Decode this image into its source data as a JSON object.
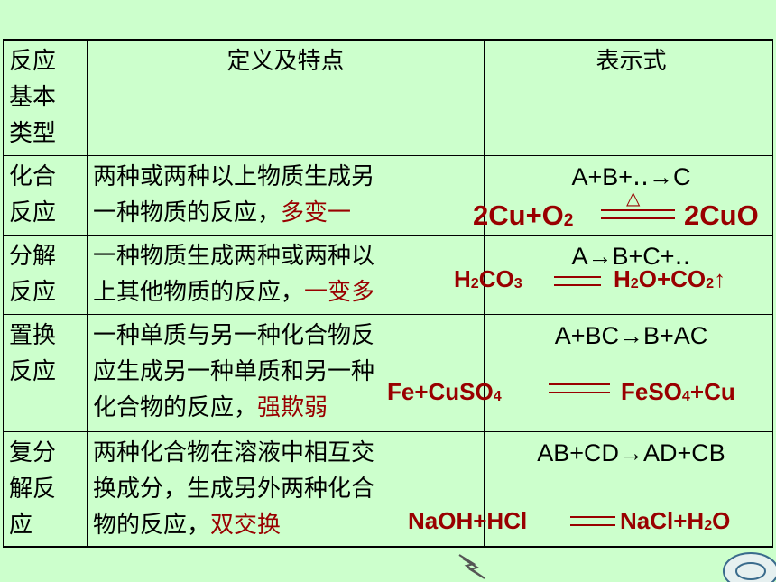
{
  "table": {
    "header": {
      "type": "反应基本类型",
      "type_lines": [
        "反应",
        "基本",
        "类型"
      ],
      "definition": "定义及特点",
      "expression": "表示式"
    },
    "rows": [
      {
        "type_lines": [
          "化合",
          "反应"
        ],
        "def_lines": [
          "两种或两种以上物质生成另",
          "一种物质的反应，"
        ],
        "keyword": "多变一",
        "generic": "A+B+‥→C",
        "example": {
          "left": "2Cu+O2",
          "condition": "△",
          "right": "2CuO"
        }
      },
      {
        "type_lines": [
          "分解",
          "反应"
        ],
        "def_lines": [
          "一种物质生成两种或两种以",
          "上其他物质的反应，"
        ],
        "keyword": "一变多",
        "generic": "A→B+C+‥",
        "example": {
          "left": "H2CO3",
          "right": "H2O+CO2↑"
        }
      },
      {
        "type_lines": [
          "置换",
          "反应"
        ],
        "def_lines": [
          "一种单质与另一种化合物反",
          "应生成另一种单质和另一种",
          "化合物的反应，"
        ],
        "keyword": "强欺弱",
        "generic": "A+BC→B+AC",
        "example": {
          "left": "Fe+CuSO4",
          "right": "FeSO4+Cu"
        }
      },
      {
        "type_lines": [
          "复分",
          "解反",
          "应"
        ],
        "def_lines": [
          "两种化合物在溶液中相互交",
          "换成分，生成另外两种化合",
          "物的反应，"
        ],
        "keyword": "双交换",
        "generic": "AB+CD→AD+CB",
        "example": {
          "left": "NaOH+HCl",
          "right": "NaCl+H2O"
        }
      }
    ]
  },
  "colors": {
    "background": "#ccffcc",
    "keyword": "#990000",
    "border": "#000000"
  },
  "icons": [
    "lightning-icon",
    "return-oval-icon"
  ]
}
